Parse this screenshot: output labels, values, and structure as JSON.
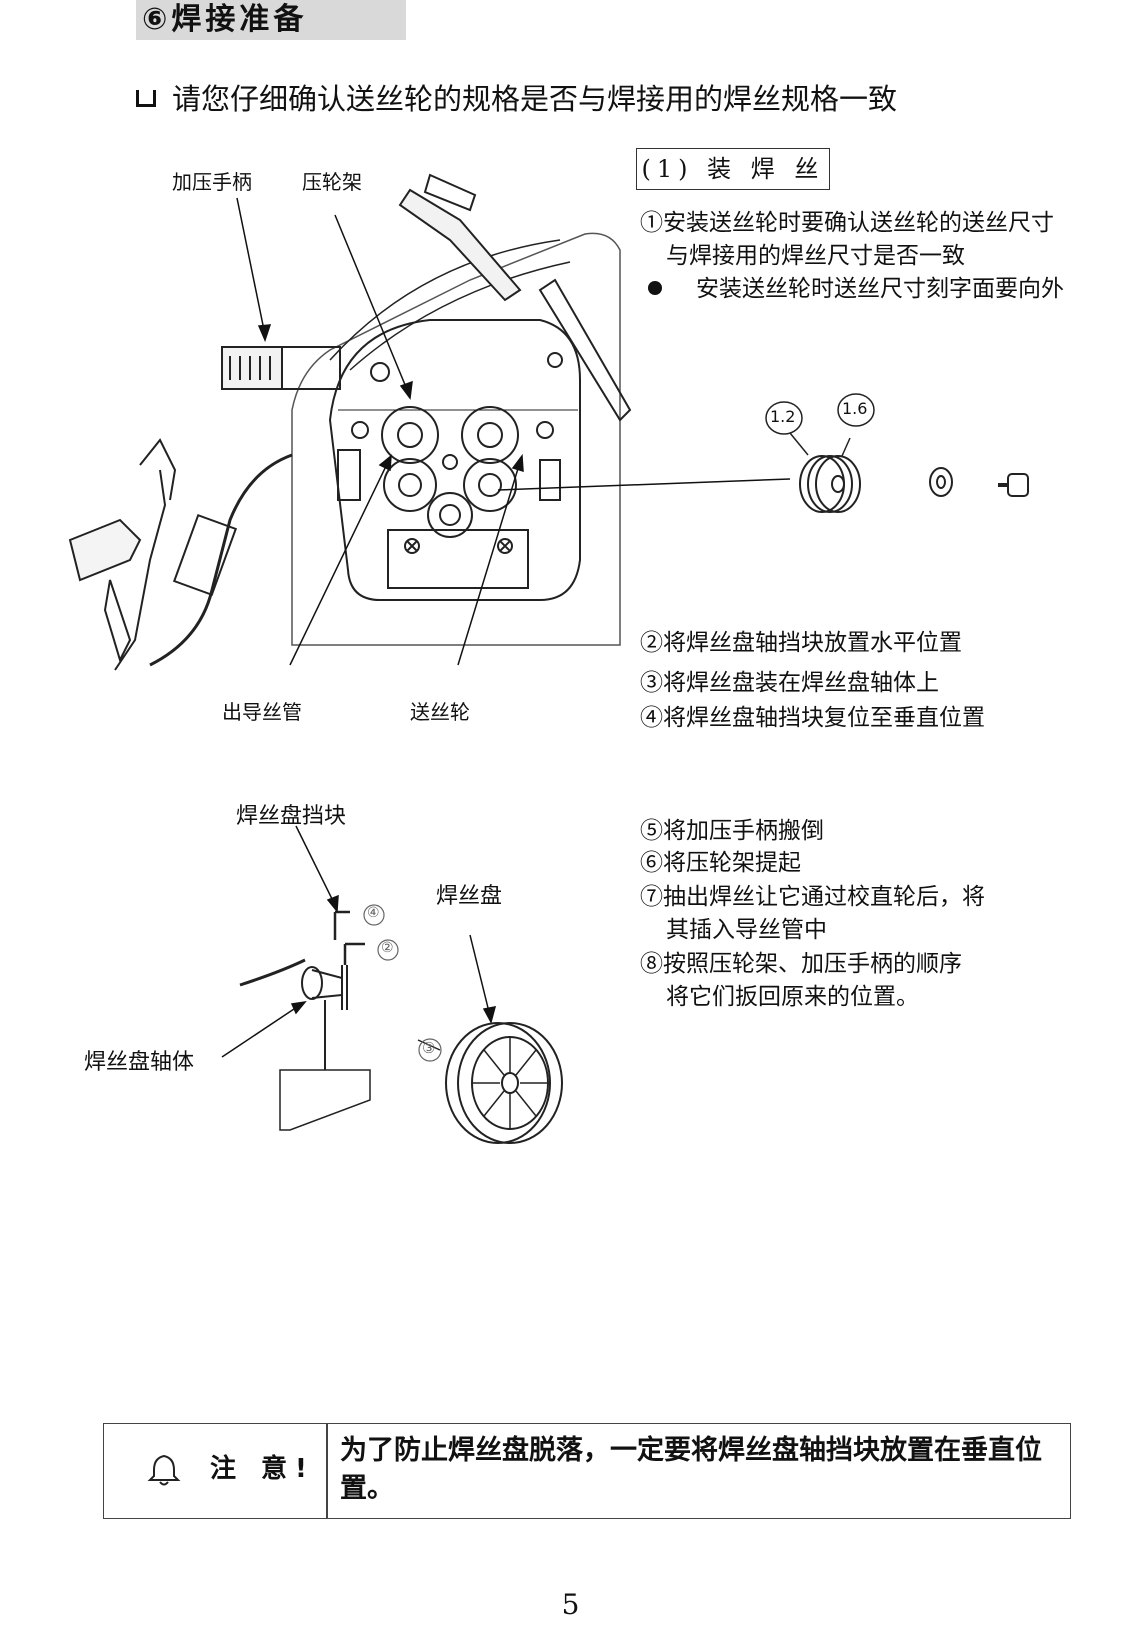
{
  "section": {
    "title": "⑥焊接准备"
  },
  "intro": "请您仔细确认送丝轮的规格是否与焊接用的焊丝规格一致",
  "figure1": {
    "labels": {
      "pressure_handle": "加压手柄",
      "roller_frame": "压轮架",
      "outlet_tube": "出导丝管",
      "feed_roller": "送丝轮"
    },
    "roller_sizes": [
      "1.2",
      "1.6"
    ]
  },
  "install": {
    "box_title": "(1) 装 焊 丝",
    "step1_line1": "①安装送丝轮时要确认送丝轮的送丝尺寸",
    "step1_line2": "与焊接用的焊丝尺寸是否一致",
    "note": "安装送丝轮时送丝尺寸刻字面要向外",
    "step2": "②将焊丝盘轴挡块放置水平位置",
    "step3": "③将焊丝盘装在焊丝盘轴体上",
    "step4": "④将焊丝盘轴挡块复位至垂直位置",
    "step5": "⑤将加压手柄搬倒",
    "step6": "⑥将压轮架提起",
    "step7_line1": "⑦抽出焊丝让它通过校直轮后，将",
    "step7_line2": "其插入导丝管中",
    "step8_line1": "⑧按照压轮架、加压手柄的顺序",
    "step8_line2": "将它们扳回原来的位置。"
  },
  "figure2": {
    "labels": {
      "spool_stopper": "焊丝盘挡块",
      "spool": "焊丝盘",
      "spool_shaft": "焊丝盘轴体"
    },
    "markers": [
      "④",
      "②",
      "③"
    ]
  },
  "notice": {
    "label": "注 意!",
    "text": "为了防止焊丝盘脱落，一定要将焊丝盘轴挡块放置在垂直位置。"
  },
  "page_number": "5"
}
